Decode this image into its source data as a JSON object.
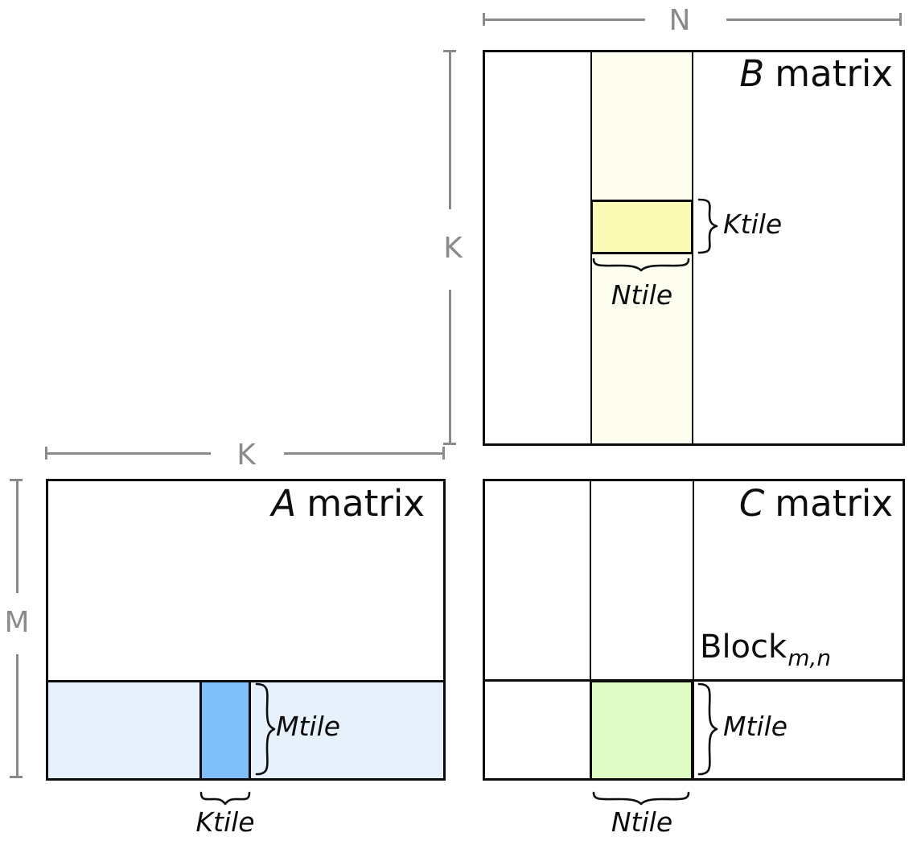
{
  "colors": {
    "line_black": "#0d0d0d",
    "dim_gray": "#8a8a8a",
    "b_strip_fill": "#fdfef0",
    "b_tile_fill": "#fbfab5",
    "a_strip_fill": "#e7f1fc",
    "a_tile_fill": "#7fbffa",
    "c_tile_fill": "#defbc5"
  },
  "dimensions": {
    "n_label": "N",
    "k_label_b": "K",
    "k_label_a": "K",
    "m_label": "M"
  },
  "matrices": {
    "b": {
      "title_letter": "B",
      "title_word": "matrix",
      "ktile": "Ktile",
      "ntile": "Ntile"
    },
    "a": {
      "title_letter": "A",
      "title_word": "matrix",
      "mtile": "Mtile",
      "ktile": "Ktile"
    },
    "c": {
      "title_letter": "C",
      "title_word": "matrix",
      "mtile": "Mtile",
      "ntile": "Ntile",
      "block_base": "Block",
      "block_sub": "m,n"
    }
  }
}
